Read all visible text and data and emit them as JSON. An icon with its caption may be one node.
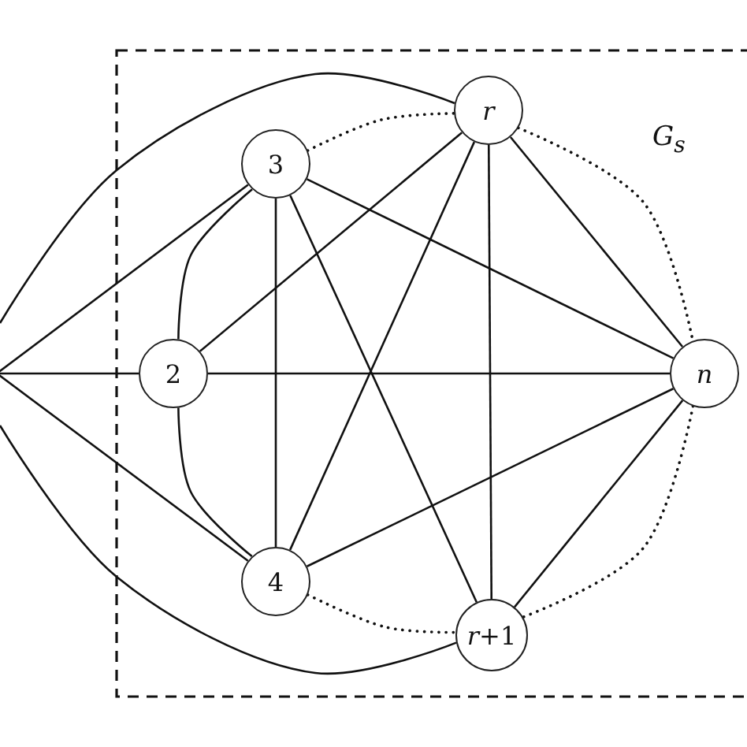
{
  "diagram": {
    "nodes": [
      {
        "text": [
          "3"
        ]
      },
      {
        "text": [
          "r"
        ]
      },
      {
        "text": [
          "2"
        ]
      },
      {
        "text": [
          "n"
        ]
      },
      {
        "text": [
          "4"
        ]
      },
      {
        "text": [
          "*r*+1"
        ]
      }
    ],
    "edges": [
      {
        "from": null,
        "to": 0,
        "arrow": "none"
      },
      {
        "from": null,
        "to": 2,
        "arrow": "none"
      },
      {
        "from": null,
        "to": 4,
        "arrow": "none"
      },
      {
        "from": null,
        "to": 1,
        "arrow": "none"
      },
      {
        "from": null,
        "to": 5,
        "arrow": "none"
      },
      {
        "from": 0,
        "to": 2,
        "arrow": "none"
      },
      {
        "from": 2,
        "to": 4,
        "arrow": "none"
      },
      {
        "from": 0,
        "to": 4,
        "arrow": "none"
      },
      {
        "from": 0,
        "to": 3,
        "arrow": "none"
      },
      {
        "from": 0,
        "to": 5,
        "arrow": "none"
      },
      {
        "from": 2,
        "to": 1,
        "arrow": "none"
      },
      {
        "from": 2,
        "to": 3,
        "arrow": "none"
      },
      {
        "from": 4,
        "to": 1,
        "arrow": "none"
      },
      {
        "from": 4,
        "to": 3,
        "arrow": "none"
      },
      {
        "from": 1,
        "to": 5,
        "arrow": "none"
      },
      {
        "from": 1,
        "to": 3,
        "arrow": "none"
      },
      {
        "from": 5,
        "to": 3,
        "arrow": "none"
      },
      {
        "from": 0,
        "to": 1,
        "arrow": "none",
        "style": "dashed"
      },
      {
        "from": 1,
        "to": 3,
        "arrow": "none",
        "style": "dashed"
      },
      {
        "from": 3,
        "to": 5,
        "arrow": "none",
        "style": "dashed"
      },
      {
        "from": 4,
        "to": 5,
        "arrow": "none",
        "style": "dashed"
      }
    ],
    "labels": [
      "G$_{s}$"
    ]
  }
}
